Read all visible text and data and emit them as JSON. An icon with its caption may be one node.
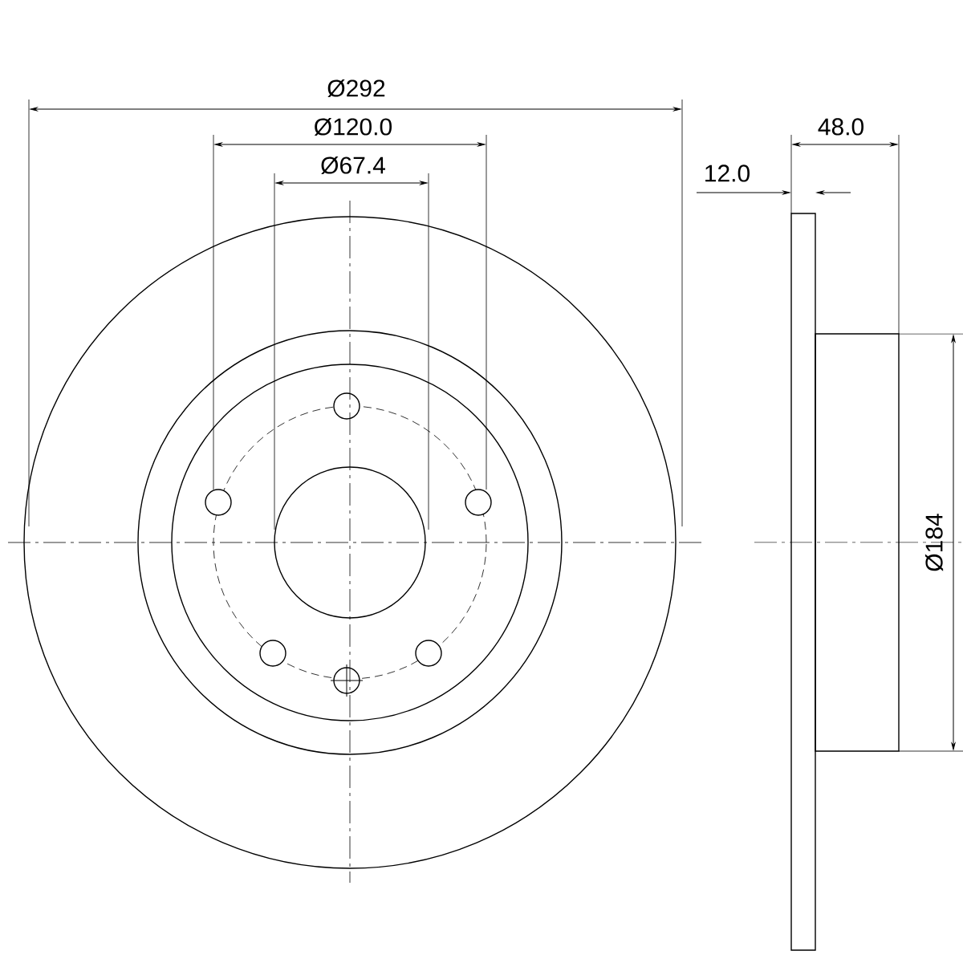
{
  "diagram": {
    "labels": [
      "Ø292",
      "Ø120.0",
      "Ø67.4",
      "48.0",
      "12.0",
      "Ø184"
    ]
  }
}
